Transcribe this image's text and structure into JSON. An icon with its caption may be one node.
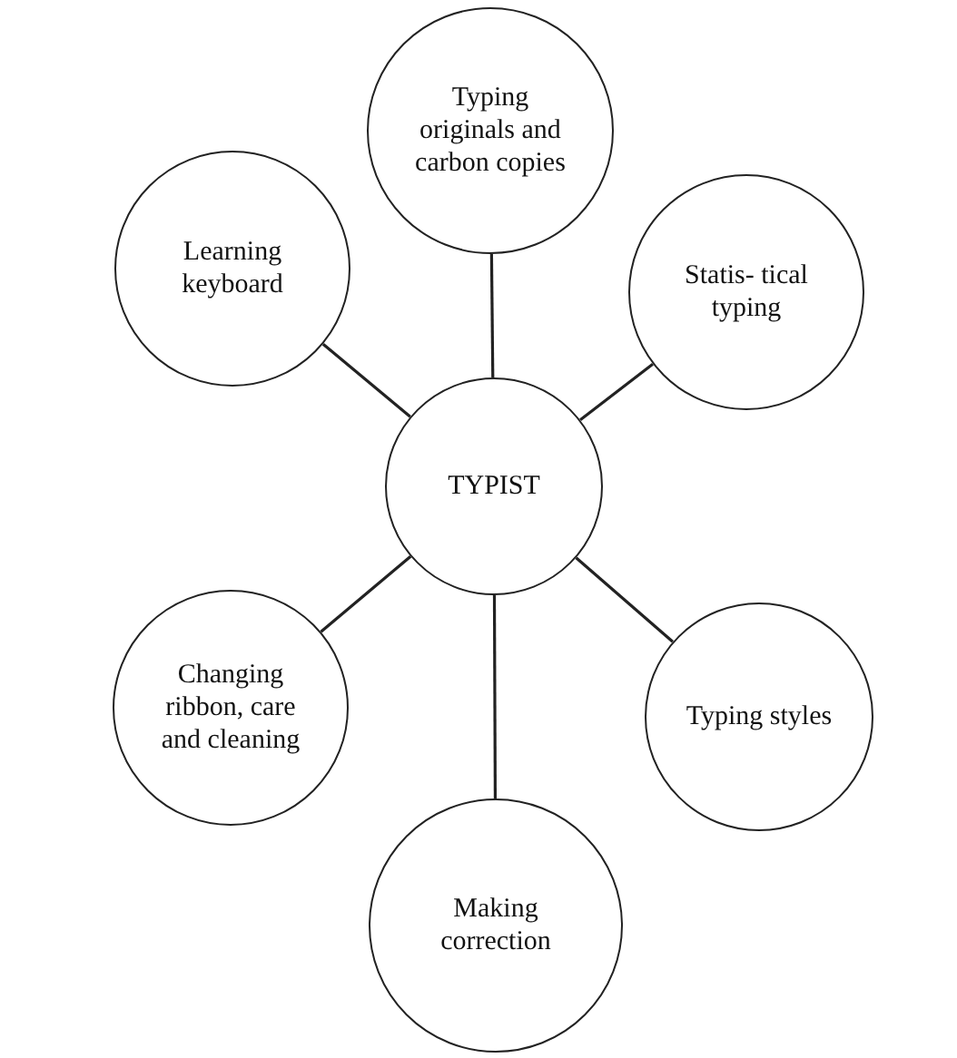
{
  "diagram": {
    "nodes": [
      {
        "text": [
          "TYPIST"
        ]
      },
      {
        "text": [
          "Typing originals and carbon copies"
        ]
      },
      {
        "text": [
          "Learning keyboard"
        ]
      },
      {
        "text": [
          "Statis- tical typing"
        ]
      },
      {
        "text": [
          "Changing ribbon, care and cleaning"
        ]
      },
      {
        "text": [
          "Typing styles"
        ]
      },
      {
        "text": [
          "Making correction"
        ]
      }
    ],
    "edges": [
      {
        "from": 0,
        "to": 1,
        "arrow": "none"
      },
      {
        "from": 0,
        "to": 2,
        "arrow": "none"
      },
      {
        "from": 0,
        "to": 3,
        "arrow": "none"
      },
      {
        "from": 0,
        "to": 4,
        "arrow": "none"
      },
      {
        "from": 0,
        "to": 5,
        "arrow": "none"
      },
      {
        "from": 0,
        "to": 6,
        "arrow": "none"
      }
    ]
  }
}
